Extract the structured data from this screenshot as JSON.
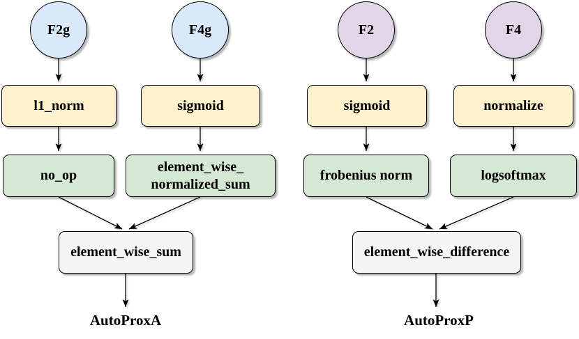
{
  "graphs": {
    "left": {
      "inputs": {
        "f2g": "F2g",
        "f4g": "F4g"
      },
      "stage1": {
        "l1_norm": "l1_norm",
        "sigmoid": "sigmoid"
      },
      "stage2": {
        "no_op": "no_op",
        "ewns_line1": "element_wise_",
        "ewns_line2": "normalized_sum"
      },
      "combine": "element_wise_sum",
      "output": "AutoProxA"
    },
    "right": {
      "inputs": {
        "f2": "F2",
        "f4": "F4"
      },
      "stage1": {
        "sigmoid": "sigmoid",
        "normalize": "normalize"
      },
      "stage2": {
        "frobenius": "frobenius norm",
        "logsoftmax": "logsoftmax"
      },
      "combine": "element_wise_difference",
      "output": "AutoProxP"
    }
  },
  "colors": {
    "input_blue": "#dae8fc",
    "input_purple": "#e1d5e7",
    "stage1_yellow": "#fff2cc",
    "stage2_green": "#d5e8d4",
    "combine_gray": "#f5f5f5",
    "stroke": "#000000",
    "text": "#000000",
    "background": "#ffffff"
  }
}
